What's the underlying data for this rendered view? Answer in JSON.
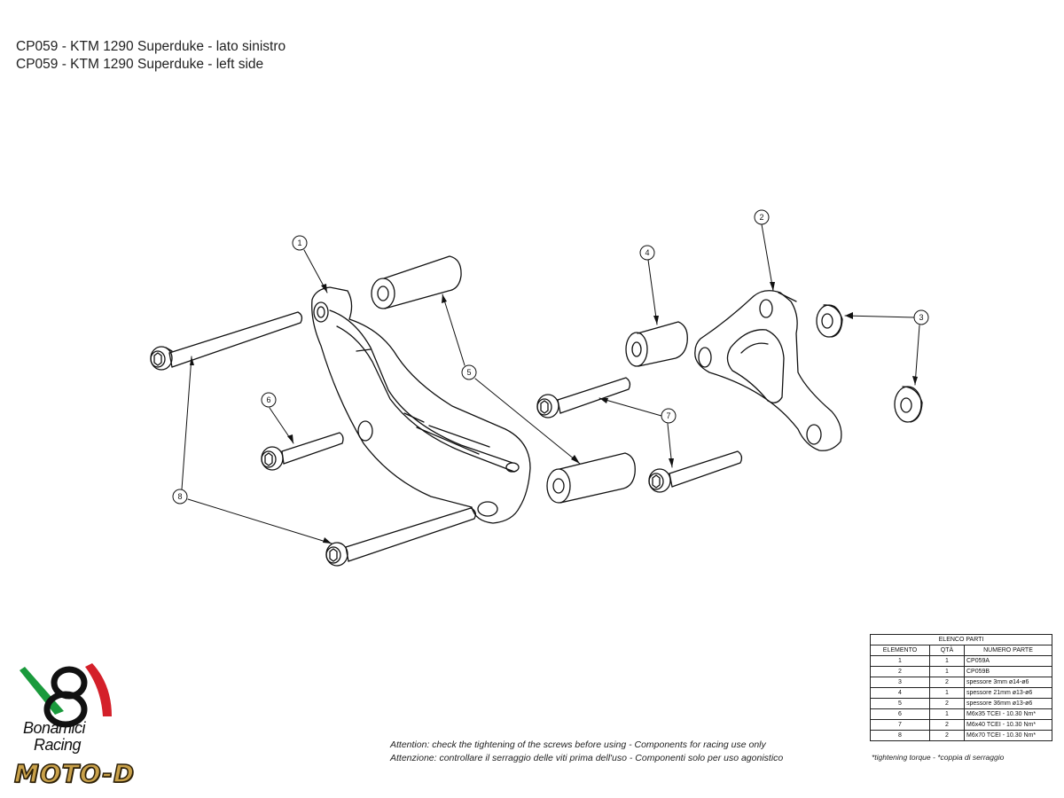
{
  "header": {
    "title_it": "CP059 - KTM 1290 Superduke - lato sinistro",
    "title_en": "CP059 - KTM 1290 Superduke - left side"
  },
  "callouts": [
    "1",
    "2",
    "3",
    "4",
    "5",
    "6",
    "7",
    "8"
  ],
  "parts_list": {
    "caption": "ELENCO PARTI",
    "columns": [
      "ELEMENTO",
      "QTÀ",
      "NUMERO PARTE"
    ],
    "rows": [
      {
        "elemento": "1",
        "qta": "1",
        "numero": "CP059A"
      },
      {
        "elemento": "2",
        "qta": "1",
        "numero": "CP059B"
      },
      {
        "elemento": "3",
        "qta": "2",
        "numero": "spessore 3mm ø14-ø6"
      },
      {
        "elemento": "4",
        "qta": "1",
        "numero": "spessore 21mm ø13-ø6"
      },
      {
        "elemento": "5",
        "qta": "2",
        "numero": "spessore 36mm ø13-ø6"
      },
      {
        "elemento": "6",
        "qta": "1",
        "numero": "M6x35 TCEI - 10.30 Nm*"
      },
      {
        "elemento": "7",
        "qta": "2",
        "numero": "M6x40 TCEI - 10.30 Nm*"
      },
      {
        "elemento": "8",
        "qta": "2",
        "numero": "M6x70 TCEI - 10.30 Nm*"
      }
    ],
    "footnote": "*tightening torque - *coppia di serraggio"
  },
  "notice": {
    "en": "Attention: check the tightening of the screws before using - Components for racing use only",
    "it": "Attenzione: controllare il serraggio delle viti prima dell'uso - Componenti solo per uso agonistico"
  },
  "brand": {
    "name_line1": "Bonamici",
    "name_line2": "Racing",
    "partner": "MOTO-D",
    "colors": {
      "green": "#1a9a3c",
      "red": "#d4202a",
      "gold": "#c9a14a"
    }
  }
}
